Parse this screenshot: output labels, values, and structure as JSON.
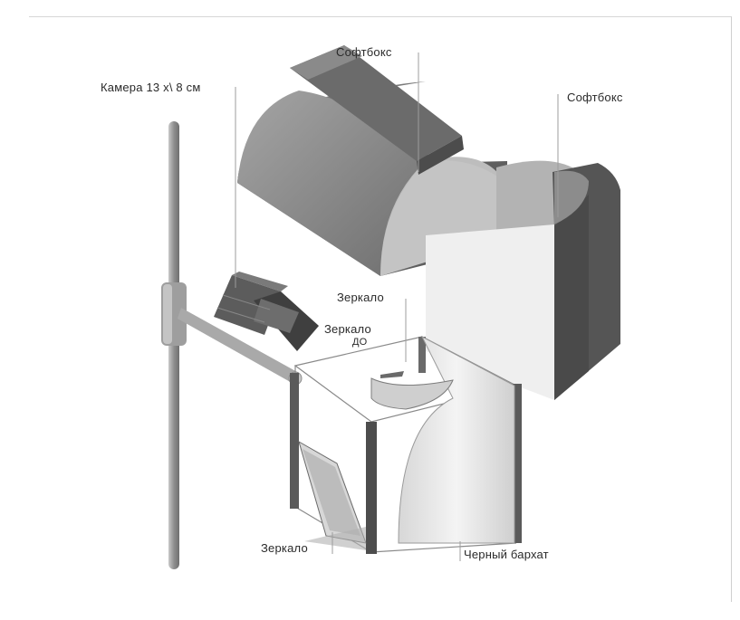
{
  "diagram": {
    "labels": {
      "camera": "Камера 13 х\\ 8 см",
      "softbox_top": "Софтбокс",
      "softbox_right": "Софтбокс",
      "mirror_top": "Зеркало",
      "mirror_middle": "Зеркало",
      "mirror_middle_sub": "ДО",
      "mirror_bottom": "Зеркало",
      "black_velvet": "Черный бархат"
    },
    "colors": {
      "softbox_front": "#8a8a8a",
      "softbox_side": "#5c5c5c",
      "softbox_top": "#6f6f6f",
      "softbox_face": "#d9d9d9",
      "panel_white": "#f1f1f1",
      "panel_dark": "#4a4a4a",
      "pole": "#9a9a9a",
      "leader_line": "#9c9c9c"
    }
  }
}
